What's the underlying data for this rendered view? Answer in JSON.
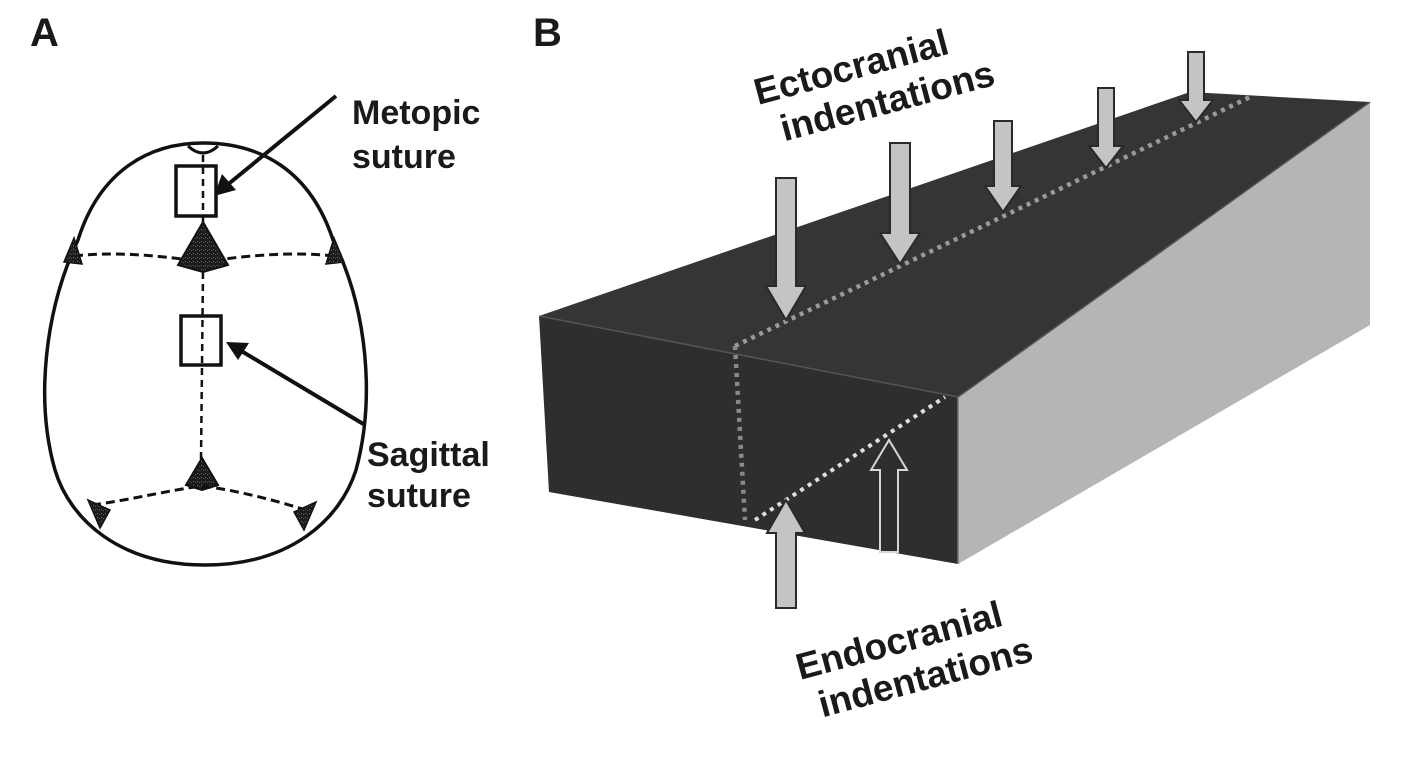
{
  "panels": {
    "a": {
      "label": "A",
      "labels": {
        "metopic_line1": "Metopic",
        "metopic_line2": "suture",
        "sagittal_line1": "Sagittal",
        "sagittal_line2": "suture"
      }
    },
    "b": {
      "label": "B",
      "labels": {
        "ecto_line1": "Ectocranial",
        "ecto_line2": "indentations",
        "endo_line1": "Endocranial",
        "endo_line2": "indentations"
      }
    }
  },
  "colors": {
    "top_face": "#353535",
    "front_face": "#2e2e2e",
    "side_face": "#b5b5b5",
    "arrow_fill": "#c4c4c4",
    "arrow_stroke": "#2a2a2a",
    "dotted_line": "#9a9a9a",
    "endo_dotted_line": "#e0e0e0"
  }
}
